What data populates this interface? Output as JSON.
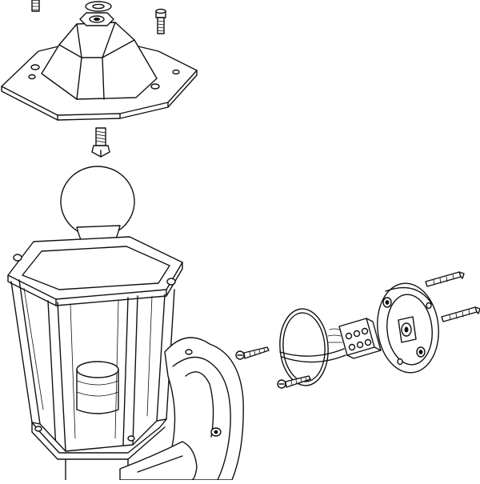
{
  "diagram": {
    "kind": "exploded-assembly-drawing",
    "colors": {
      "line": "#111111",
      "background": "#ffffff"
    },
    "parts": [
      "top-screw",
      "washer-ring",
      "cap-bolt",
      "lantern-roof-cap",
      "threaded-stud",
      "light-bulb",
      "lantern-body",
      "wall-arm-bracket",
      "mounting-ring",
      "screws",
      "terminal-block",
      "mounting-base-plate",
      "wall-plugs"
    ]
  }
}
